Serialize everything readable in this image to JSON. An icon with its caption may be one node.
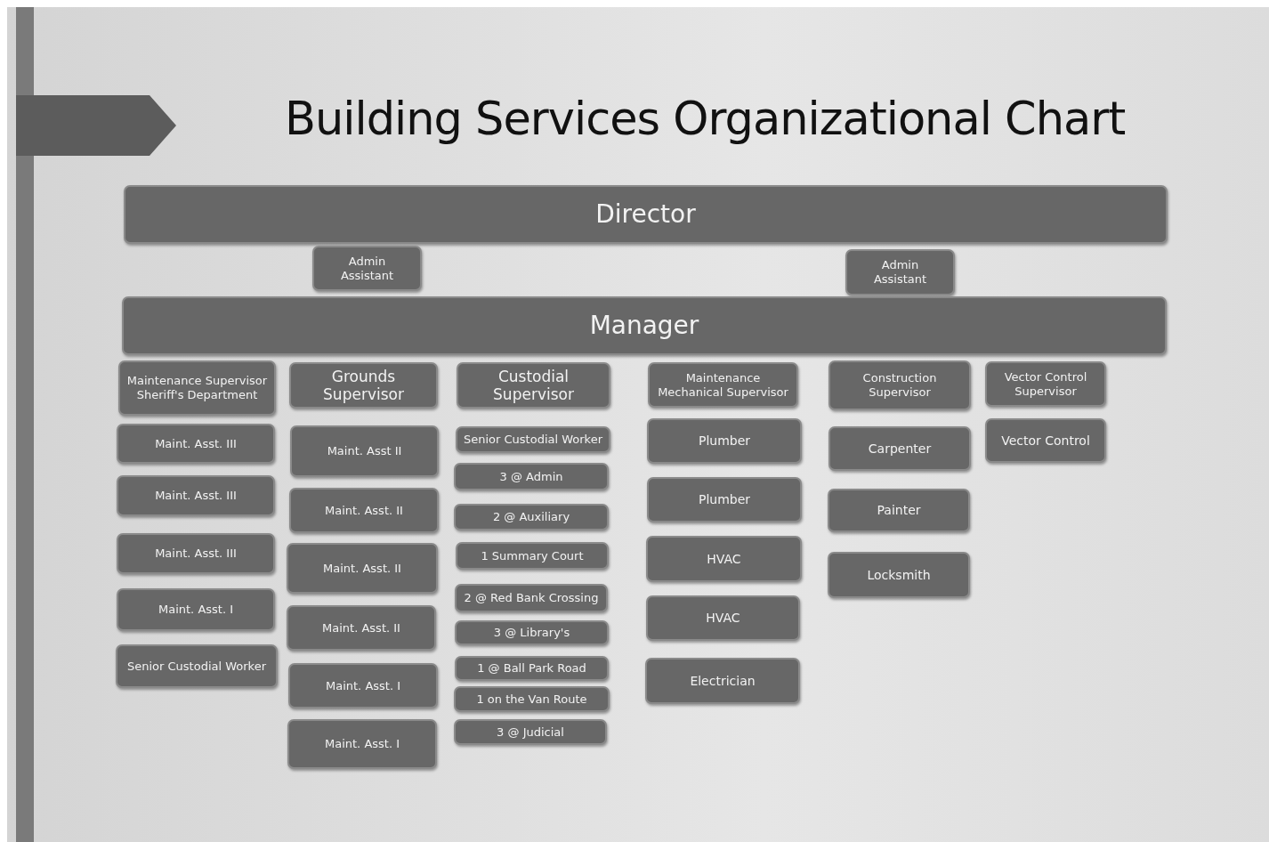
{
  "diagram": {
    "title": "Building Services Organizational Chart",
    "nodes": [
      {
        "text": [
          "Director"
        ]
      },
      {
        "text": [
          "Admin Assistant"
        ]
      },
      {
        "text": [
          "Admin Assistant"
        ]
      },
      {
        "text": [
          "Manager"
        ]
      },
      {
        "text": [
          "Maintenance Supervisor Sheriff's Department"
        ]
      },
      {
        "text": [
          "Maint. Asst. III"
        ]
      },
      {
        "text": [
          "Maint. Asst. III"
        ]
      },
      {
        "text": [
          "Maint. Asst. III"
        ]
      },
      {
        "text": [
          "Maint. Asst. I"
        ]
      },
      {
        "text": [
          "Senior Custodial Worker"
        ]
      },
      {
        "text": [
          "Grounds Supervisor"
        ]
      },
      {
        "text": [
          "Maint. Asst II"
        ]
      },
      {
        "text": [
          "Maint. Asst. II"
        ]
      },
      {
        "text": [
          "Maint. Asst. II"
        ]
      },
      {
        "text": [
          "Maint. Asst. II"
        ]
      },
      {
        "text": [
          "Maint. Asst. I"
        ]
      },
      {
        "text": [
          "Maint. Asst. I"
        ]
      },
      {
        "text": [
          "Custodial Supervisor"
        ]
      },
      {
        "text": [
          "Senior Custodial Worker"
        ]
      },
      {
        "text": [
          "3 @ Admin"
        ]
      },
      {
        "text": [
          "2 @ Auxiliary"
        ]
      },
      {
        "text": [
          "1 Summary Court"
        ]
      },
      {
        "text": [
          "2 @ Red Bank Crossing"
        ]
      },
      {
        "text": [
          "3 @ Library's"
        ]
      },
      {
        "text": [
          "1 @ Ball Park Road"
        ]
      },
      {
        "text": [
          "1 on the Van Route"
        ]
      },
      {
        "text": [
          "3 @ Judicial"
        ]
      },
      {
        "text": [
          "Maintenance Mechanical Supervisor"
        ]
      },
      {
        "text": [
          "Plumber"
        ]
      },
      {
        "text": [
          "Plumber"
        ]
      },
      {
        "text": [
          "HVAC"
        ]
      },
      {
        "text": [
          "HVAC"
        ]
      },
      {
        "text": [
          "Electrician"
        ]
      },
      {
        "text": [
          "Construction Supervisor"
        ]
      },
      {
        "text": [
          "Carpenter"
        ]
      },
      {
        "text": [
          "Painter"
        ]
      },
      {
        "text": [
          "Locksmith"
        ]
      },
      {
        "text": [
          "Vector Control Supervisor"
        ]
      },
      {
        "text": [
          "Vector Control"
        ]
      }
    ]
  }
}
